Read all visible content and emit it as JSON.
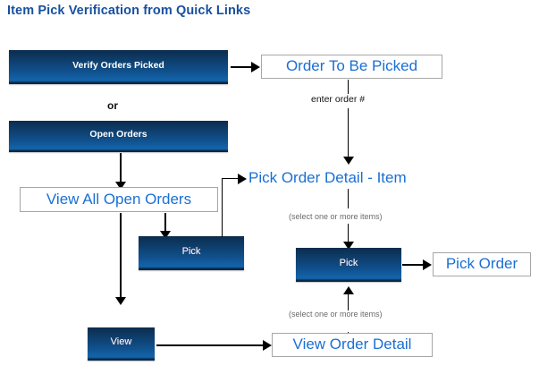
{
  "diagram": {
    "title": "Item Pick Verification from Quick Links",
    "title_color": "#17509e",
    "menu_button_color": "#10508c",
    "link_color": "#1a6fd4",
    "nodes": {
      "verify_orders_picked": "Verify Orders Picked",
      "open_orders": "Open Orders",
      "order_to_be_picked": "Order To Be Picked",
      "view_all_open_orders": "View All Open Orders",
      "pick_left": "Pick",
      "pick_order_detail_item": "Pick Order Detail - Item",
      "pick_right": "Pick",
      "pick_order": "Pick Order",
      "view": "View",
      "view_order_detail": "View Order Detail"
    },
    "labels": {
      "or": "or",
      "enter_order_number": "enter order #",
      "select_items_top": "(select one or more items)",
      "select_items_bottom": "(select one or more items)"
    }
  }
}
